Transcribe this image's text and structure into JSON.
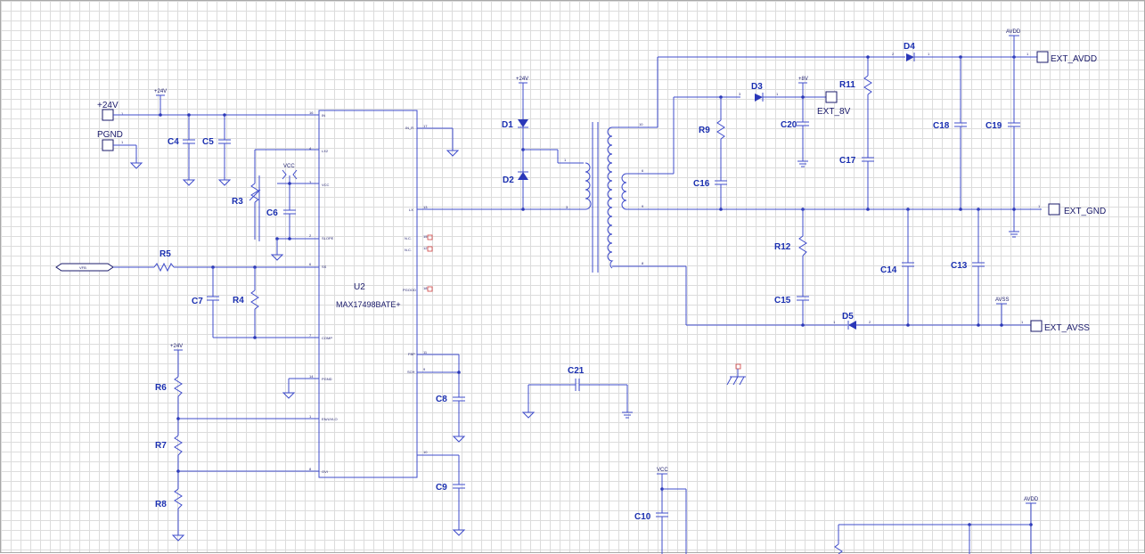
{
  "ic": {
    "ref": "U2",
    "part": "MAX17498BATE+",
    "pins_left": [
      {
        "num": "16",
        "name": "IN"
      },
      {
        "num": "4",
        "name": "LX2"
      },
      {
        "num": "3",
        "name": "VCC"
      },
      {
        "num": "2",
        "name": "SLOPE"
      },
      {
        "num": "6",
        "name": "SS"
      },
      {
        "num": "7",
        "name": "COMP"
      },
      {
        "num": "14",
        "name": "PGND"
      },
      {
        "num": "1",
        "name": "EN/UVLO"
      },
      {
        "num": "8",
        "name": "OVI"
      }
    ],
    "pins_right": [
      {
        "num": "17",
        "name": "IN_R"
      },
      {
        "num": "13",
        "name": "LX"
      },
      {
        "num": "15",
        "name": "N.C."
      },
      {
        "num": "12",
        "name": "N.C."
      },
      {
        "num": "18",
        "name": "PGOOD"
      },
      {
        "num": "11",
        "name": "FBP"
      },
      {
        "num": "9",
        "name": "SCH"
      },
      {
        "num": "10",
        "name": ""
      }
    ]
  },
  "ports": {
    "p24v": "+24V",
    "pgnd": "PGND",
    "ext_avdd": "EXT_AVDD",
    "ext_8v": "EXT_8V",
    "ext_gnd": "EXT_GND",
    "ext_avss": "EXT_AVSS",
    "vfb": "VFB"
  },
  "power": {
    "p24v_a": "+24V",
    "p24v_b": "+24V",
    "p24v_c": "+24V",
    "vcc_a": "VCC",
    "vcc_b": "VCC",
    "p8v": "+8V",
    "avdd_a": "AVDD",
    "avdd_b": "AVDD",
    "avss": "AVSS"
  },
  "refs": {
    "C4": "C4",
    "C5": "C5",
    "R3": "R3",
    "C6": "C6",
    "R5": "R5",
    "C7": "C7",
    "R4": "R4",
    "R6": "R6",
    "R7": "R7",
    "R8": "R8",
    "C8": "C8",
    "C9": "C9",
    "C10": "C10",
    "C21": "C21",
    "D1": "D1",
    "D2": "D2",
    "D3": "D3",
    "D4": "D4",
    "D5": "D5",
    "R9": "R9",
    "C16": "C16",
    "C20": "C20",
    "R11": "R11",
    "C17": "C17",
    "C18": "C18",
    "C19": "C19",
    "R12": "R12",
    "C15": "C15",
    "C14": "C14",
    "C13": "C13"
  },
  "pins": {
    "one": "1",
    "two": "2",
    "t10": "10",
    "t6": "6",
    "t4": "4",
    "t5": "5",
    "t9": "9",
    "t8": "8",
    "t1": "1",
    "t3": "3"
  },
  "colors": {
    "wire": "#3f4ccb",
    "label": "#1a2fb0",
    "grid": "#dcdcdc"
  }
}
